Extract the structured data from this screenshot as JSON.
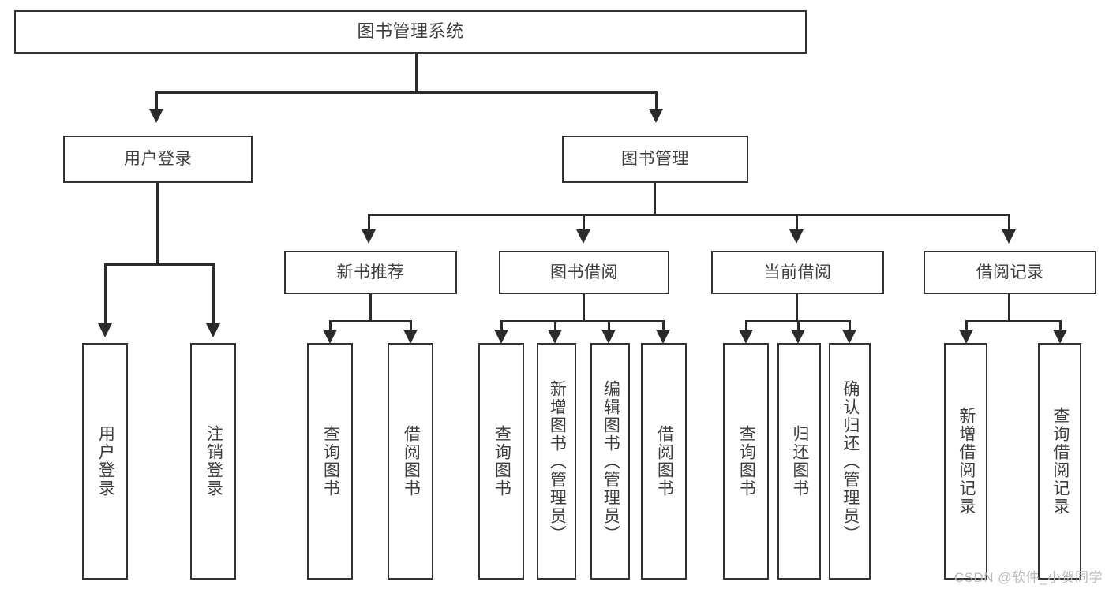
{
  "diagram": {
    "title": "图书管理系统",
    "type": "hierarchy-tree",
    "root": {
      "label": "图书管理系统"
    },
    "level2": [
      {
        "label": "用户登录"
      },
      {
        "label": "图书管理"
      }
    ],
    "level3": [
      {
        "label": "新书推荐"
      },
      {
        "label": "图书借阅"
      },
      {
        "label": "当前借阅"
      },
      {
        "label": "借阅记录"
      }
    ],
    "leaves": {
      "user_login": [
        {
          "label": "用户登录"
        },
        {
          "label": "注销登录"
        }
      ],
      "new_book_recommend": [
        {
          "label": "查询图书"
        },
        {
          "label": "借阅图书"
        }
      ],
      "book_borrow": [
        {
          "label": "查询图书"
        },
        {
          "label": "新增图书（管理员）"
        },
        {
          "label": "编辑图书（管理员）"
        },
        {
          "label": "借阅图书"
        }
      ],
      "current_borrow": [
        {
          "label": "查询图书"
        },
        {
          "label": "归还图书"
        },
        {
          "label": "确认归还（管理员）"
        }
      ],
      "borrow_record": [
        {
          "label": "新增借阅记录"
        },
        {
          "label": "查询借阅记录"
        }
      ]
    }
  },
  "watermark": {
    "text": "CSDN @软件_小贺同学"
  },
  "colors": {
    "border": "#333333",
    "line": "#2b2b2b",
    "text": "#3d3d3d",
    "background": "#ffffff",
    "watermark": "#b9b9b9"
  }
}
